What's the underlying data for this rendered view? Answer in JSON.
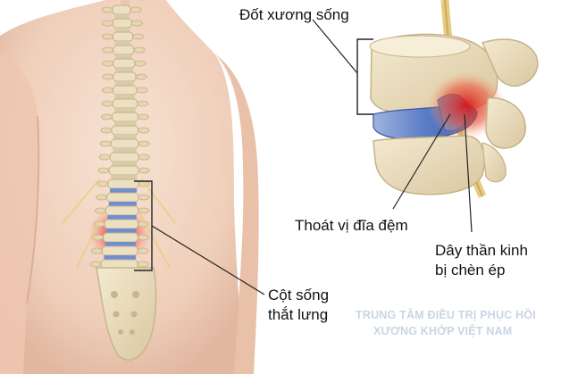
{
  "labels": {
    "vertebra": "Đốt xương sống",
    "herniated_disc": "Thoát vị đĩa đệm",
    "nerve_line1": "Dây thần kinh",
    "nerve_line2": "bị chèn ép",
    "lumbar_line1": "Cột sống",
    "lumbar_line2": "thắt lưng"
  },
  "watermark": {
    "line1": "TRUNG TÂM ĐIỀU TRỊ PHỤC HỒI",
    "line2": "XƯƠNG KHỚP VIỆT NAM"
  },
  "colors": {
    "skin": "#f2d3be",
    "bone": "#ecdfc0",
    "disc": "#6f8fcf",
    "inflammation": "#d8262a",
    "nerve": "#e8cf86"
  }
}
